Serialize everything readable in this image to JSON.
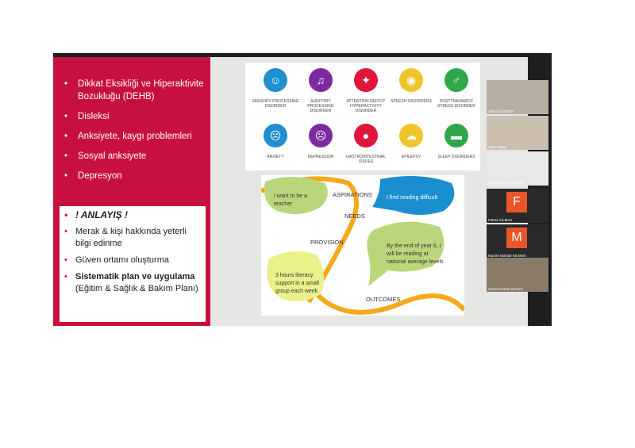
{
  "left_panel": {
    "items": [
      "Dikkat Eksikliği ve Hiperaktivite Bozukluğu (DEHB)",
      "Disleksi",
      "Anksiyete, kaygı problemleri",
      "Sosyal anksiyete",
      "Depresyon"
    ],
    "box": {
      "title": "! ANLAYIŞ !",
      "items": [
        "Merak & kişi hakkında yeterli bilgi edinme",
        "Güven ortamı oluşturma"
      ],
      "bold": "Sistematik plan ve uygulama",
      "rest": " (Eğitim & Sağlık & Bakım Planı)"
    }
  },
  "icons": [
    {
      "label": "SENSORY PROCESSING DISORDER",
      "color": "#1f8fd0"
    },
    {
      "label": "AUDITORY PROCESSING DISORDER",
      "color": "#7b2aa0"
    },
    {
      "label": "ATTENTION DEFICIT HYPERACTIVITY DISORDER",
      "color": "#e0173c"
    },
    {
      "label": "SPEECH DISORDERS",
      "color": "#f2c42b"
    },
    {
      "label": "POSTTRAUMATIC STRESS DISORDER",
      "color": "#2fa84a"
    },
    {
      "label": "ANXIETY",
      "color": "#1f8fd0"
    },
    {
      "label": "DEPRESSION",
      "color": "#7b2aa0"
    },
    {
      "label": "GASTROINTESTINAL ISSUES",
      "color": "#e0173c"
    },
    {
      "label": "EPILEPSY",
      "color": "#f2c42b"
    },
    {
      "label": "SLEEP DISORDERS",
      "color": "#2fa84a"
    }
  ],
  "diagram": {
    "aspirations": "ASPIRATIONS",
    "needs": "NEEDS",
    "provision": "PROVISION",
    "outcomes": "OUTCOMES",
    "b1": "I want to be a teacher",
    "b2": "I find reading difficult",
    "b3": "By the end of year 6, I will be reading at national average levels",
    "b4": "3 hours literacy support in a small group each week"
  },
  "participants": [
    {
      "name": "Zehra KURGUN"
    },
    {
      "name": "Aylin Akbay"
    },
    {
      "name": "Fatma Zehra ÖZTÜRK"
    },
    {
      "name": "Fatma YILMAZ",
      "initial": "F"
    },
    {
      "name": "Munire Mahide KESKIN",
      "initial": "M"
    },
    {
      "name": "Ahmet Kerem GULEC"
    }
  ]
}
